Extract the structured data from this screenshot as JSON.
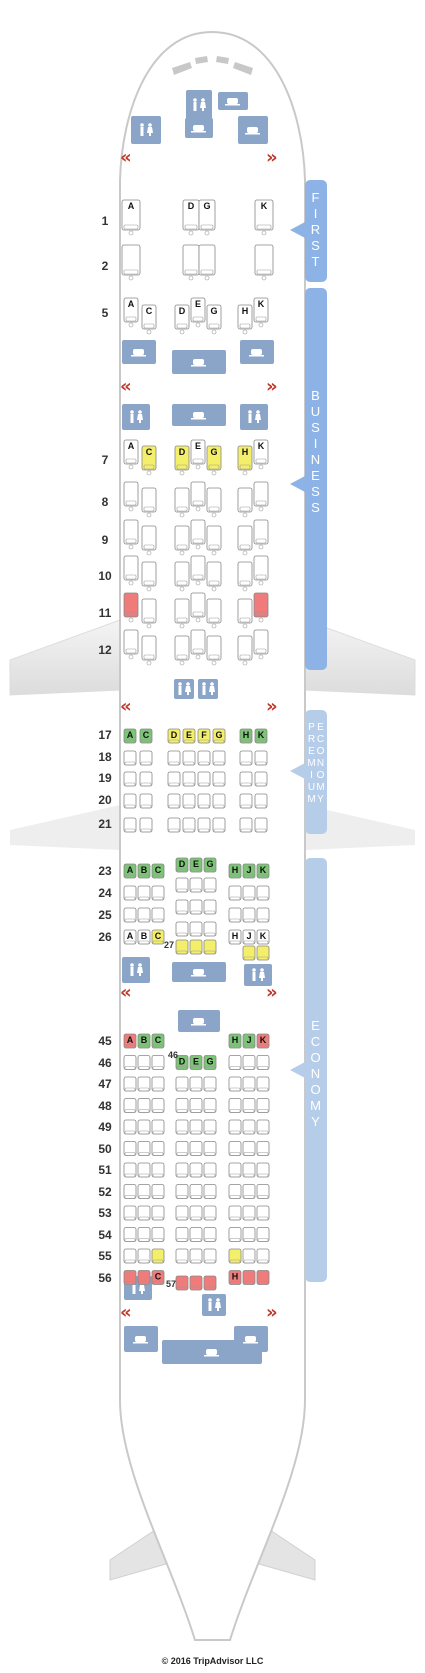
{
  "cabins": {
    "first": {
      "label": "FIRST",
      "rows": [
        "1",
        "2",
        "5"
      ]
    },
    "business": {
      "label": "BUSINESS",
      "rows": [
        "7",
        "8",
        "9",
        "10",
        "11",
        "12"
      ]
    },
    "premium": {
      "label_left": "PREMIUM",
      "label_right": "ECONOMY",
      "rows": [
        "17",
        "18",
        "19",
        "20",
        "21"
      ]
    },
    "economy": {
      "label": "ECONOMY",
      "rows_front": [
        "23",
        "24",
        "25",
        "26"
      ],
      "rows_rear": [
        "45",
        "46",
        "47",
        "48",
        "49",
        "50",
        "51",
        "52",
        "53",
        "54",
        "55",
        "56"
      ]
    }
  },
  "first_row1": {
    "a": "A",
    "d": "D",
    "g": "G",
    "k": "K"
  },
  "first_row5": {
    "a": "A",
    "c": "C",
    "d": "D",
    "e": "E",
    "g": "G",
    "h": "H",
    "k": "K"
  },
  "biz_row7": {
    "a": "A",
    "c": "C",
    "d": "D",
    "e": "E",
    "g": "G",
    "h": "H",
    "k": "K"
  },
  "pe_row17": {
    "a": "A",
    "c": "C",
    "d": "D",
    "e": "E",
    "f": "F",
    "g": "G",
    "h": "H",
    "k": "K"
  },
  "ec_row23": {
    "a": "A",
    "b": "B",
    "c": "C",
    "d": "D",
    "e": "E",
    "g": "G",
    "h": "H",
    "j": "J",
    "k": "K"
  },
  "ec_row26": {
    "a": "A",
    "b": "B",
    "c": "C",
    "h": "H",
    "j": "J",
    "k": "K",
    "sub": "27"
  },
  "ec_row45": {
    "a": "A",
    "b": "B",
    "c": "C",
    "h": "H",
    "j": "J",
    "k": "K"
  },
  "ec_row46": {
    "d": "D",
    "e": "E",
    "g": "G",
    "sub": "46"
  },
  "ec_row56": {
    "c": "C",
    "h": "H",
    "sub": "57"
  },
  "exit_marker": "«»",
  "copyright": "© 2016 TripAdvisor LLC",
  "colors": {
    "facility": "#8aa5c8",
    "band_first": "#8db3e6",
    "band_premium": "#b6cde9",
    "band_economy": "#b6cde9",
    "exit": "#c0392b",
    "good": "#7cc576",
    "mixed": "#f4ef6b",
    "bad": "#ef7b7b"
  }
}
